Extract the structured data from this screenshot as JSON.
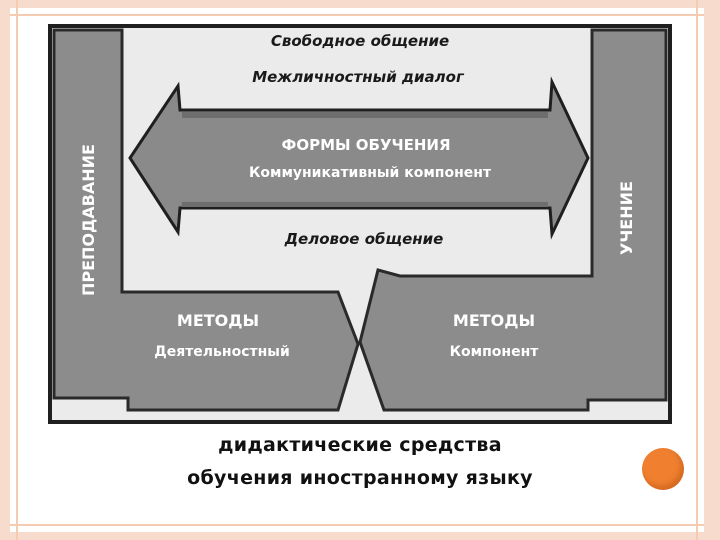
{
  "diagram": {
    "top_label_1": "Свободное общение",
    "top_label_2": "Межличностный диалог",
    "arrow_title": "ФОРМЫ ОБУЧЕНИЯ",
    "arrow_subtitle": "Коммуникативный компонент",
    "bottom_label": "Деловое общение",
    "left_pillar": "ПРЕПОДАВАНИЕ",
    "right_pillar": "УЧЕНИЕ",
    "left_methods_title": "МЕТОДЫ",
    "left_methods_sub": "Деятельностный",
    "right_methods_title": "МЕТОДЫ",
    "right_methods_sub": "Компонент"
  },
  "caption": {
    "line1": "дидактические средства",
    "line2": "обучения иностранному языку"
  },
  "colors": {
    "frame": "#f7dccd",
    "accent_dot": "#f08030",
    "diagram_dark": "#2b2b2b",
    "diagram_gray": "#8a8a8a",
    "diagram_light": "#e2e2e2"
  }
}
